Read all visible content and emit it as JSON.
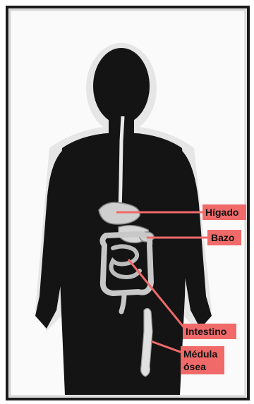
{
  "labels": {
    "liver": "Hígado",
    "spleen": "Bazo",
    "intestine": "Intestino",
    "marrow_line1": "Médula",
    "marrow_line2": "ósea"
  },
  "colors": {
    "label_fill": "#f06a6a",
    "silhouette": "#141414",
    "organ": "#cfcfcf",
    "background": "#ffffff"
  }
}
